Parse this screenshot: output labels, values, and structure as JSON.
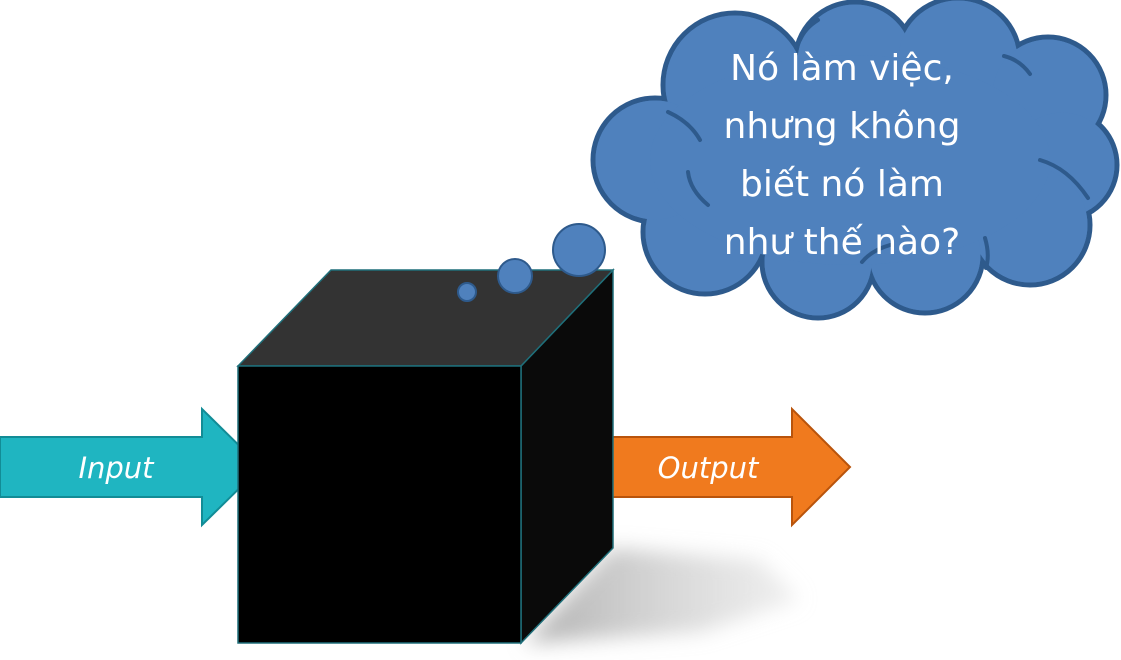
{
  "diagram": {
    "input_label": "Input",
    "output_label": "Output",
    "thought_lines": [
      "Nó làm việc,",
      "nhưng không",
      "biết nó làm",
      "như thế nào?"
    ]
  },
  "colors": {
    "input_arrow": "#1FB5C1",
    "input_arrow_stroke": "#128C96",
    "output_arrow": "#F07A1E",
    "output_arrow_stroke": "#B9540C",
    "cube_front": "#000000",
    "cube_top": "#333333",
    "cube_side": "#0a0a0a",
    "cube_edge": "#1F6F7A",
    "cloud_fill": "#4F81BD",
    "cloud_stroke": "#2E5A8C",
    "shadow": "#bfbfbf"
  },
  "icons": {
    "cube": "black-box-cube",
    "cloud": "thought-cloud"
  }
}
